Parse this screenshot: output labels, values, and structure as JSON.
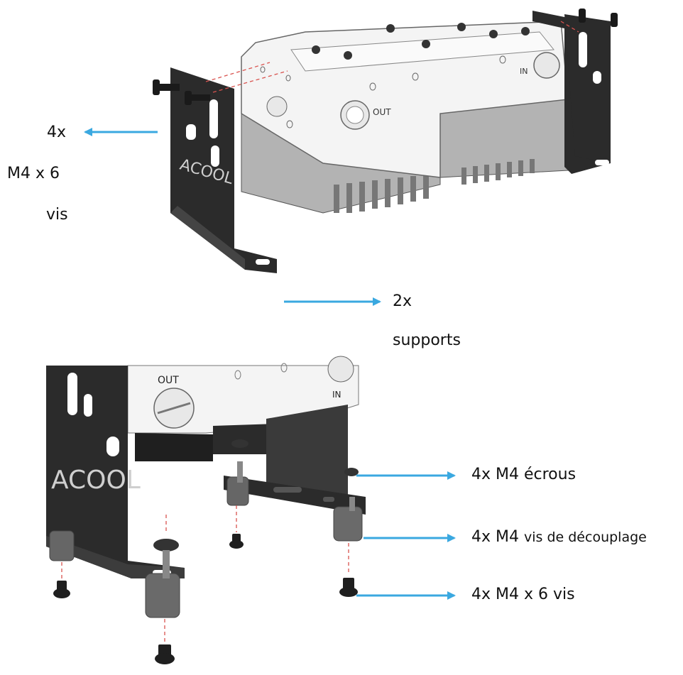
{
  "labels": {
    "screws_top": {
      "qty": "4x",
      "size": "M4 x 6",
      "name": "vis"
    },
    "brackets": {
      "qty": "2x",
      "name": "supports"
    },
    "nuts": "4x M4 écrous",
    "decoupling_prefix": "4x M4",
    "decoupling_suffix": "vis de découplage",
    "screws_bottom": "4x M4 x 6 vis"
  },
  "markings": {
    "logo": "ACOOL",
    "port_out": "OUT",
    "port_in": "IN"
  },
  "colors": {
    "arrow": "#3aa8e0",
    "bracket": "#2b2b2b",
    "body_top": "#f4f4f4",
    "body_bottom": "#a9a9a9",
    "guide_line": "#d9534f"
  }
}
